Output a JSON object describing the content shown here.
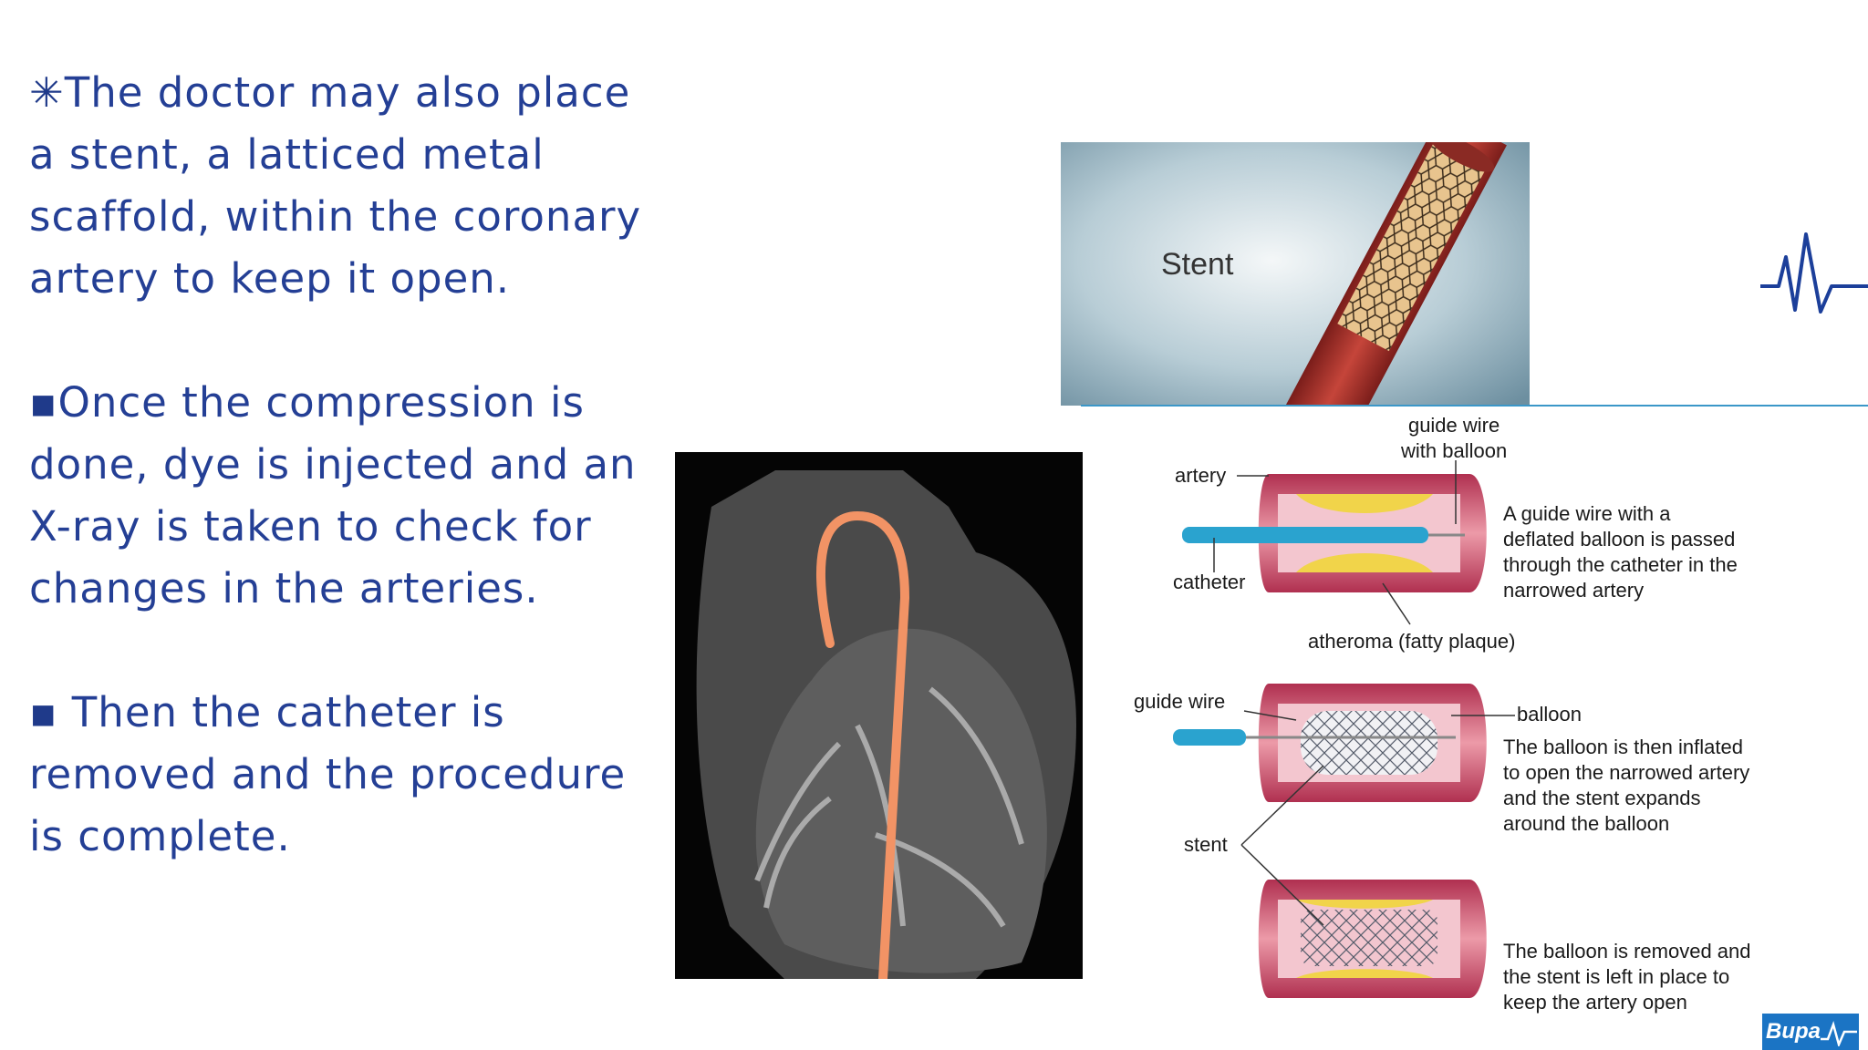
{
  "paragraphs": [
    {
      "symbol": "✳",
      "text": "The doctor may also place a stent, a latticed metal scaffold, within the coronary artery to keep it open."
    },
    {
      "symbol": "▪",
      "text": "Once the compression is done, dye is injected and an X-ray is taken to check for changes in the arteries."
    },
    {
      "symbol": "▪",
      "text": " Then the catheter is removed and the procedure is complete."
    }
  ],
  "stent_image": {
    "label": "Stent"
  },
  "diagram": {
    "labels": {
      "guide_wire_balloon": "guide wire\nwith balloon",
      "artery": "artery",
      "catheter": "catheter",
      "atheroma": "atheroma (fatty plaque)",
      "guide_wire": "guide wire",
      "balloon": "balloon",
      "stent": "stent"
    },
    "steps": [
      "A guide wire with a\ndeflated balloon is passed\nthrough the catheter in the\nnarrowed artery",
      "The balloon is then inflated\nto open the narrowed artery\nand the stent expands\naround the balloon",
      "The balloon is removed and\nthe stent is left in place to\nkeep the artery open"
    ]
  },
  "logo": {
    "text": "Bupa"
  },
  "colors": {
    "text": "#243f95",
    "accent_line": "#3b97c8",
    "logo_bg": "#1b74c4",
    "ecg": "#1c3f9a"
  }
}
